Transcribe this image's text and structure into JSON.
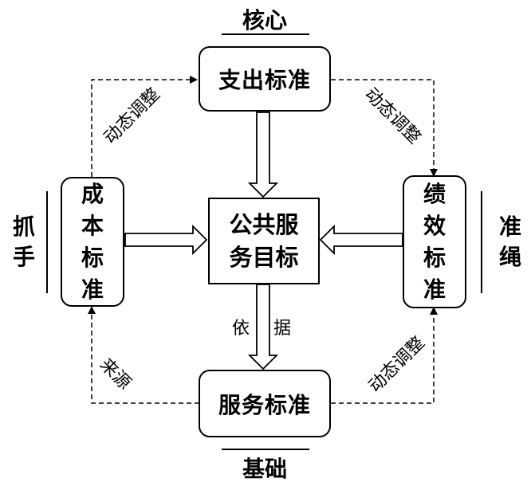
{
  "nodes": {
    "expenditure": "支出标准",
    "cost": "成本标准",
    "performance": "绩效标准",
    "service": "服务标准",
    "goal": "公共服务目标"
  },
  "tags": {
    "core": "核心",
    "grasp": "抓手",
    "criterion": "准绳",
    "foundation": "基础"
  },
  "edge_labels": {
    "dyn_top_left": "动态调整",
    "dyn_top_right": "动态调整",
    "dyn_bottom_right": "动态调整",
    "source": "来源",
    "basis_1": "依",
    "basis_2": "据"
  }
}
